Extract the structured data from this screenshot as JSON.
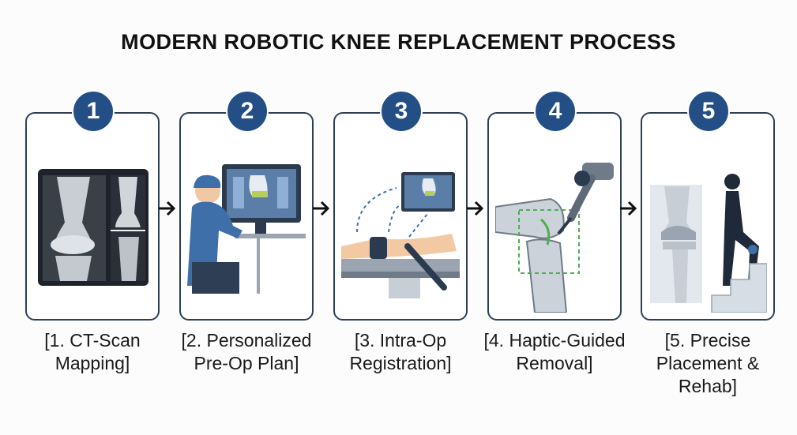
{
  "title": "MODERN ROBOTIC KNEE REPLACEMENT PROCESS",
  "steps": [
    {
      "number": "1",
      "caption": "[1. CT-Scan Mapping]"
    },
    {
      "number": "2",
      "caption": "[2. Personalized Pre-Op Plan]"
    },
    {
      "number": "3",
      "caption": "[3. Intra-Op Registration]"
    },
    {
      "number": "4",
      "caption": "[4. Haptic-Guided Removal]"
    },
    {
      "number": "5",
      "caption": "[5. Precise Placement & Rehab]"
    }
  ],
  "colors": {
    "badge": "#244f86",
    "border": "#2e3f55",
    "accent": "#3f6fa8",
    "guide_green": "#4caf50"
  }
}
